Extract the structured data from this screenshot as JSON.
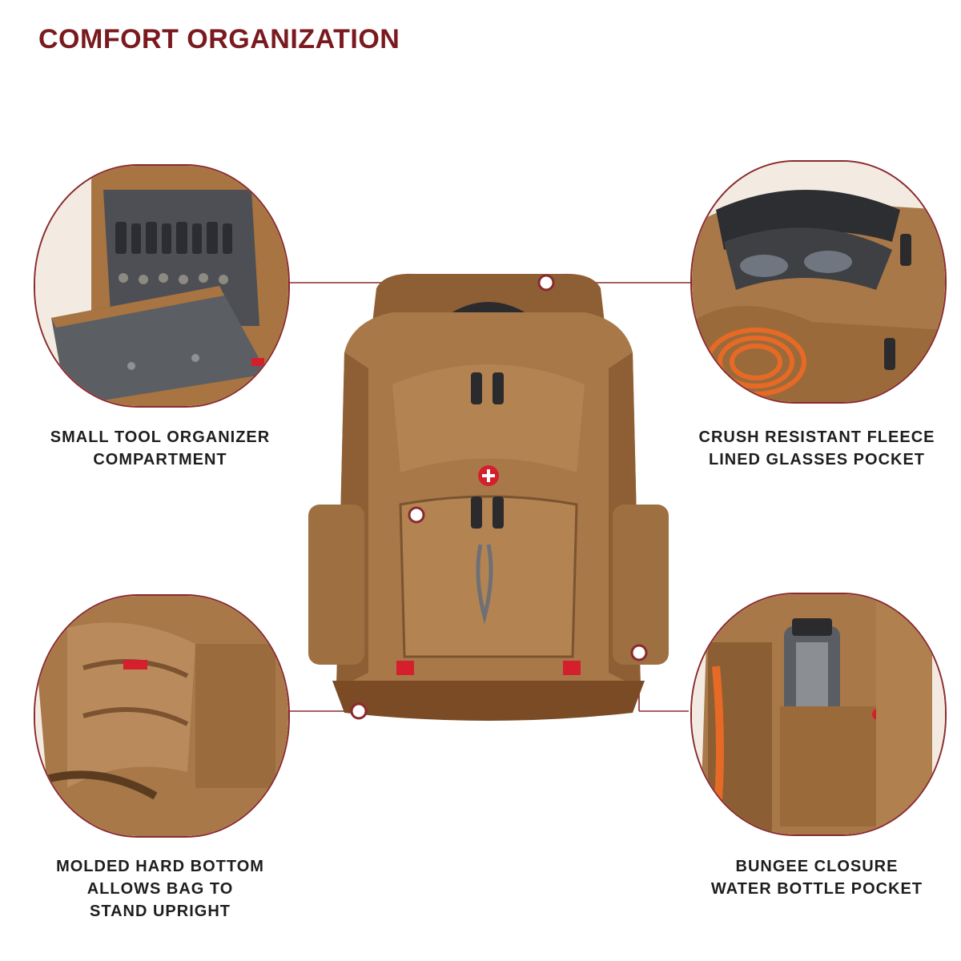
{
  "title": "COMFORT ORGANIZATION",
  "colors": {
    "accent": "#7a1a1f",
    "bag_tan": "#a87849",
    "bag_dark": "#6d4726",
    "swiss_red": "#d3202c"
  },
  "callouts": {
    "top_left": {
      "line1": "SMALL TOOL ORGANIZER",
      "line2": "COMPARTMENT"
    },
    "top_right": {
      "line1": "CRUSH RESISTANT FLEECE",
      "line2": "LINED GLASSES POCKET"
    },
    "bottom_left": {
      "line1": "MOLDED HARD BOTTOM",
      "line2": "ALLOWS BAG TO",
      "line3": "STAND UPRIGHT"
    },
    "bottom_right": {
      "line1": "BUNGEE CLOSURE",
      "line2": "WATER BOTTLE POCKET"
    }
  }
}
